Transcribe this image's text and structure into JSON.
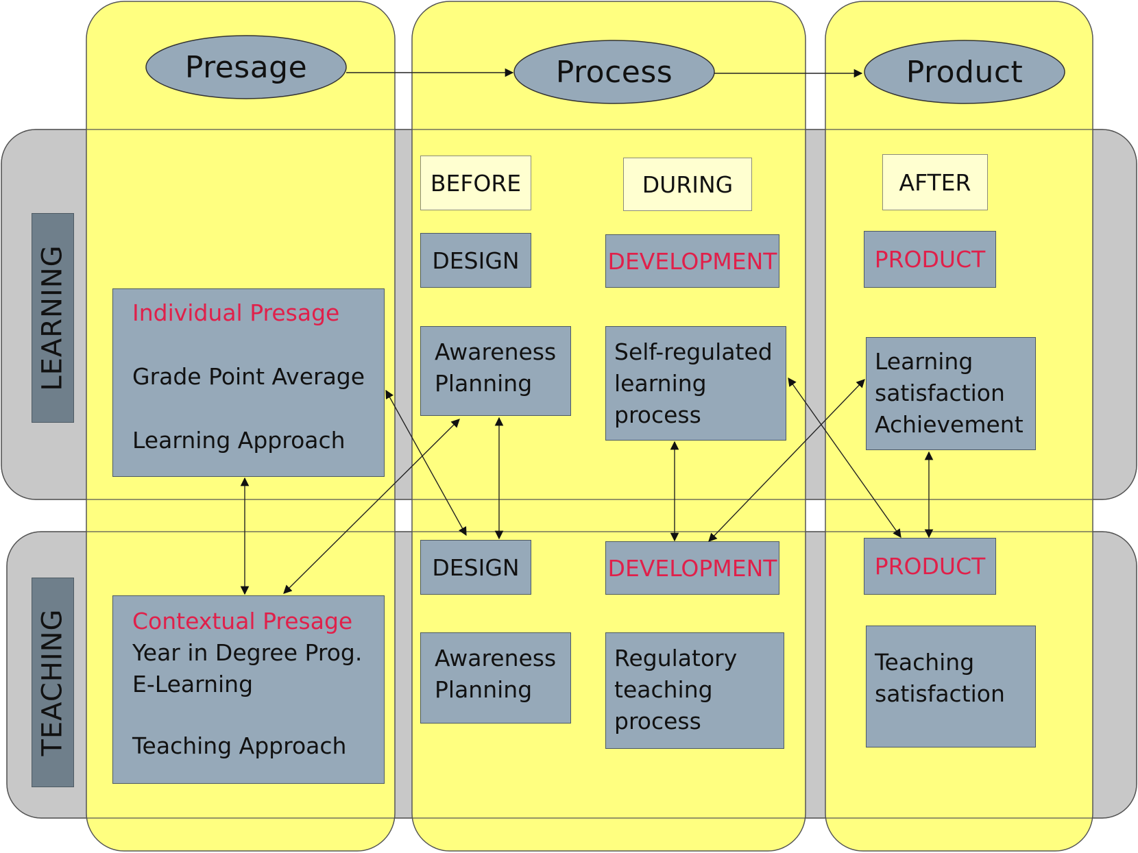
{
  "stages": [
    "Presage",
    "Process",
    "Product"
  ],
  "rows": [
    "LEARNING",
    "TEACHING"
  ],
  "phases": [
    "BEFORE",
    "DURING",
    "AFTER"
  ],
  "learning": {
    "presage_title": "Individual Presage",
    "presage_items": [
      "Grade Point Average",
      "Learning Approach"
    ],
    "design_header": "DESIGN",
    "development_header": "DEVELOPMENT",
    "product_header": "PRODUCT",
    "design_items": [
      "Awareness",
      "Planning"
    ],
    "development_items": [
      "Self-regulated",
      "learning",
      "process"
    ],
    "product_items": [
      "Learning",
      "satisfaction",
      "Achievement"
    ]
  },
  "teaching": {
    "presage_title": "Contextual Presage",
    "presage_items": [
      "Year in Degree Prog.",
      "E-Learning",
      "Teaching Approach"
    ],
    "design_header": "DESIGN",
    "development_header": "DEVELOPMENT",
    "product_header": "PRODUCT",
    "design_items": [
      "Awareness",
      "Planning"
    ],
    "development_items": [
      "Regulatory",
      "teaching",
      "process"
    ],
    "product_items": [
      "Teaching",
      "satisfaction"
    ]
  },
  "colors": {
    "column_fill": "#ffff80",
    "row_fill": "#c8c8c8",
    "box_fill": "#96a9b9",
    "highlight_text": "#e0204a",
    "phase_fill": "#ffffd0"
  }
}
